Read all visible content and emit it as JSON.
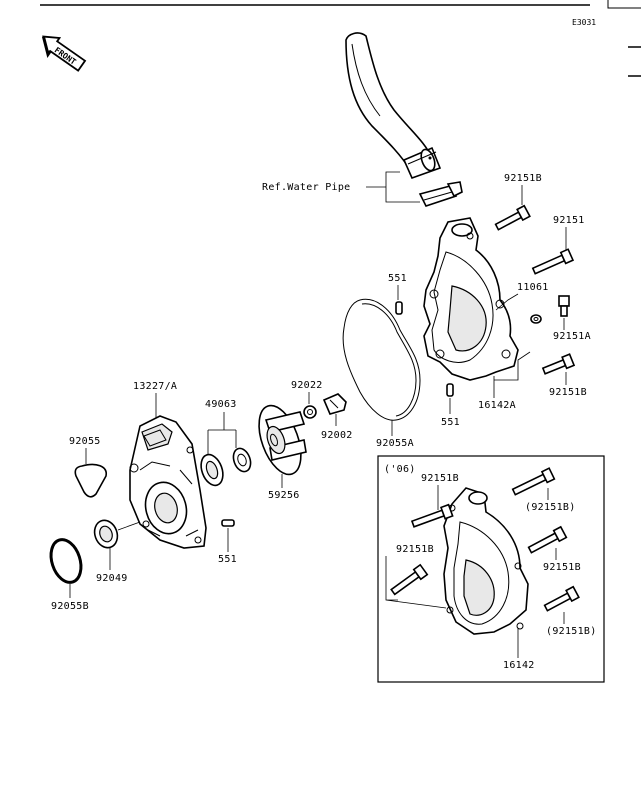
{
  "diagram_code": "E3031",
  "front_label": "FRONT",
  "inset_label": "('06)",
  "parts": {
    "ref_water_pipe": "Ref.Water Pipe",
    "p92151B_top": "92151B",
    "p92151_top": "92151",
    "p551_left": "551",
    "p11061": "11061",
    "p92151A": "92151A",
    "p92151B_mid": "92151B",
    "p16142A": "16142A",
    "p551_bottom": "551",
    "p92055A": "92055A",
    "p92022": "92022",
    "p92002": "92002",
    "p13227A": "13227/A",
    "p49063": "49063",
    "p92055": "92055",
    "p59256": "59256",
    "p551_cover": "551",
    "p92049": "92049",
    "p92055B": "92055B",
    "inset_92151B_a": "92151B",
    "inset_92151B_paren_a": "(92151B)",
    "inset_92151B_b": "92151B",
    "inset_92151B_c": "92151B",
    "inset_92151B_paren_b": "(92151B)",
    "p16142": "16142"
  }
}
